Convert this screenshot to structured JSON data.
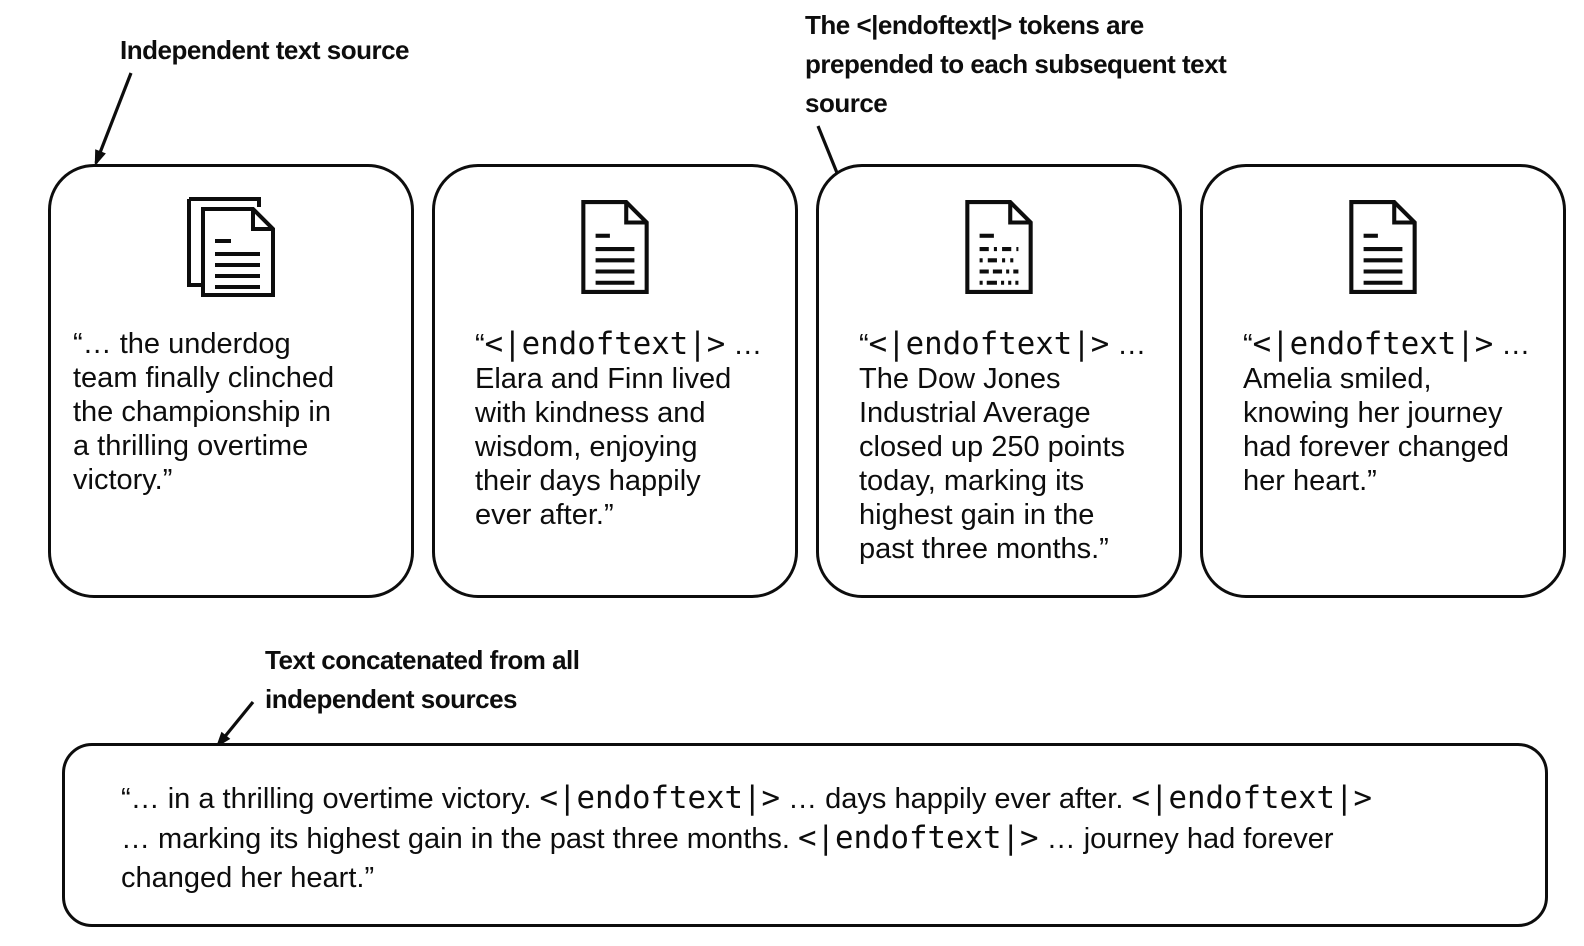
{
  "colors": {
    "ink": "#0d0d0d",
    "background": "#ffffff"
  },
  "token": "<|endoftext|>",
  "annotations": {
    "independent_source": "Independent text source",
    "endoftext_note": "The <|endoftext|> tokens are\nprepended to each subsequent text\nsource",
    "concatenated_note": "Text concatenated from all\nindependent sources"
  },
  "source_cards": [
    {
      "icon": "document-stack-icon",
      "segments": [
        {
          "t": "“… the underdog\nteam finally clinched\nthe championship in\na thrilling overtime\nvictory.”"
        }
      ]
    },
    {
      "icon": "document-icon",
      "segments": [
        {
          "t": "“"
        },
        {
          "t": "<|endoftext|>",
          "mono": true
        },
        {
          "t": " …\nElara and Finn lived\nwith kindness and\nwisdom, enjoying\ntheir days happily\never after.”"
        }
      ]
    },
    {
      "icon": "document-dashed-icon",
      "segments": [
        {
          "t": "“"
        },
        {
          "t": "<|endoftext|>",
          "mono": true
        },
        {
          "t": " …\nThe Dow Jones\nIndustrial Average\nclosed up 250 points\ntoday, marking its\nhighest gain in the\npast three months.”"
        }
      ]
    },
    {
      "icon": "document-icon",
      "segments": [
        {
          "t": "“"
        },
        {
          "t": "<|endoftext|>",
          "mono": true
        },
        {
          "t": " …\nAmelia smiled,\nknowing her journey\nhad forever changed\nher heart.”"
        }
      ]
    }
  ],
  "concatenated_box": {
    "segments": [
      {
        "t": "“… in a thrilling overtime victory. "
      },
      {
        "t": "<|endoftext|>",
        "mono": true
      },
      {
        "t": " … days happily ever after. "
      },
      {
        "t": "<|endoftext|>",
        "mono": true
      },
      {
        "t": "\n… marking its highest gain in the past three months. "
      },
      {
        "t": "<|endoftext|>",
        "mono": true
      },
      {
        "t": " … journey had forever\nchanged her heart.”"
      }
    ]
  }
}
